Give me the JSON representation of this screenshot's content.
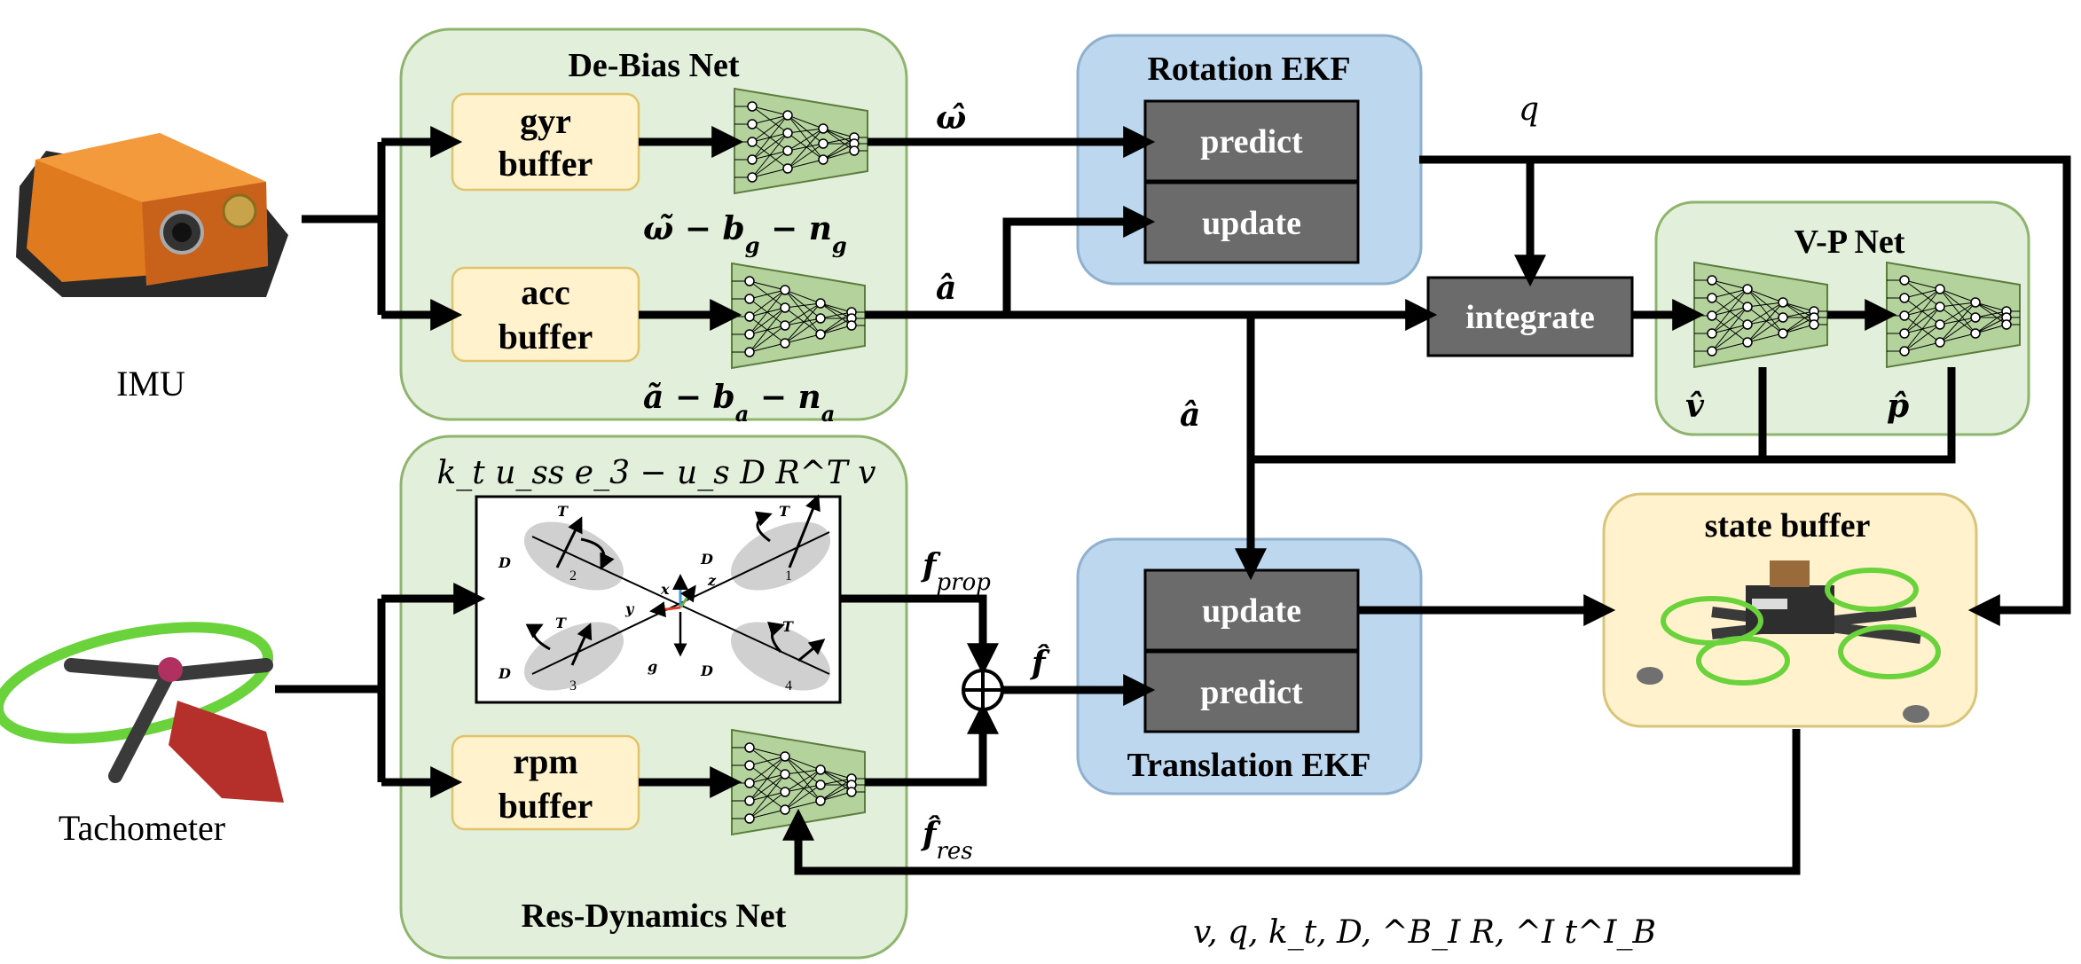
{
  "blocks": {
    "debias_net": "De-Bias Net",
    "gyr_buffer_1": "gyr",
    "gyr_buffer_2": "buffer",
    "acc_buffer_1": "acc",
    "acc_buffer_2": "buffer",
    "rotation_ekf": "Rotation EKF",
    "predict": "predict",
    "update": "update",
    "integrate": "integrate",
    "vp_net": "V-P Net",
    "state_buffer": "state buffer",
    "translation_ekf": "Translation EKF",
    "res_dynamics_net": "Res-Dynamics Net",
    "rpm_buffer_1": "rpm",
    "rpm_buffer_2": "buffer",
    "imu": "IMU",
    "tachometer": "Tachometer"
  },
  "signals": {
    "omega_hat": "ω̂",
    "omega_eq": "ω̃ − b",
    "omega_eq_sub_g": "g",
    "omega_eq_n": " − n",
    "a_hat_top": "â",
    "a_eq": "ã − b",
    "a_eq_sub_a": "a",
    "a_eq_n": " − n",
    "a_hat_mid": "â",
    "q": "q",
    "v_hat": "v̂",
    "p_hat": "p̂",
    "dyn_eq": "k_t u_ss e_3 − u_s D R^T v",
    "f_prop": "f",
    "f_prop_sub": "prop",
    "f_hat": "f̂",
    "f_res": "f̂",
    "f_res_sub": "res",
    "state_vars": "v, q, k_t, D, ^B_I R, ^I t^I_B"
  },
  "quad_diagram": {
    "t1": "T",
    "t2": "T",
    "t3": "T",
    "t4": "T",
    "d1": "D",
    "d2": "D",
    "d3": "D",
    "d4": "D",
    "r1": "1",
    "r2": "2",
    "r3": "3",
    "r4": "4",
    "bx": "x",
    "by": "y",
    "bz": "z",
    "g": "g"
  }
}
